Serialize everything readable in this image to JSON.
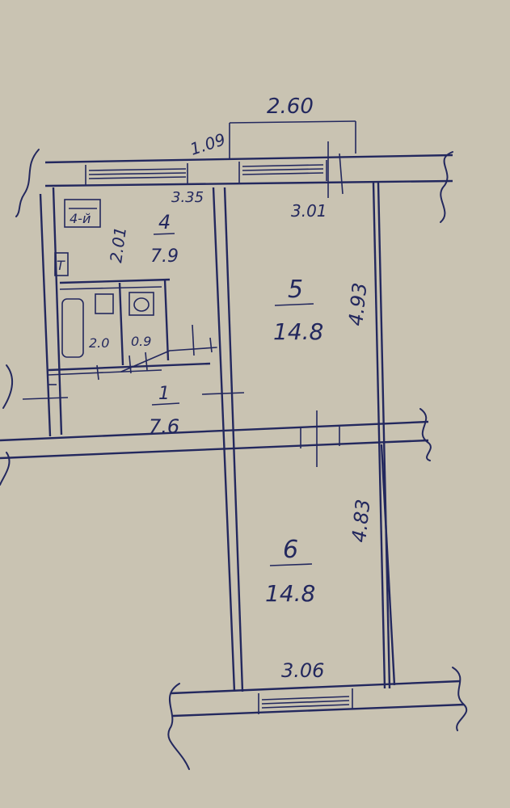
{
  "plan": {
    "colors": {
      "paper": "#c9c3b2",
      "ink": "#23285e"
    },
    "rooms": [
      {
        "number": "1",
        "area": "7.6"
      },
      {
        "number": "4",
        "area": "7.9"
      },
      {
        "number": "5",
        "area": "14.8"
      },
      {
        "number": "6",
        "area": "14.8"
      },
      {
        "number": "",
        "area": "2.0"
      },
      {
        "number": "",
        "area": "0.9"
      }
    ],
    "dimensions": {
      "top_width": "2.60",
      "window_offset": "1.09",
      "left_top_width": "3.35",
      "room5_width": "3.01",
      "room5_length": "4.93",
      "room6_length": "4.83",
      "room6_width": "3.06",
      "kitchen_length": "2.01"
    },
    "fixtures": {
      "stove_label": "4-й",
      "fridge_mark": "Т"
    }
  }
}
